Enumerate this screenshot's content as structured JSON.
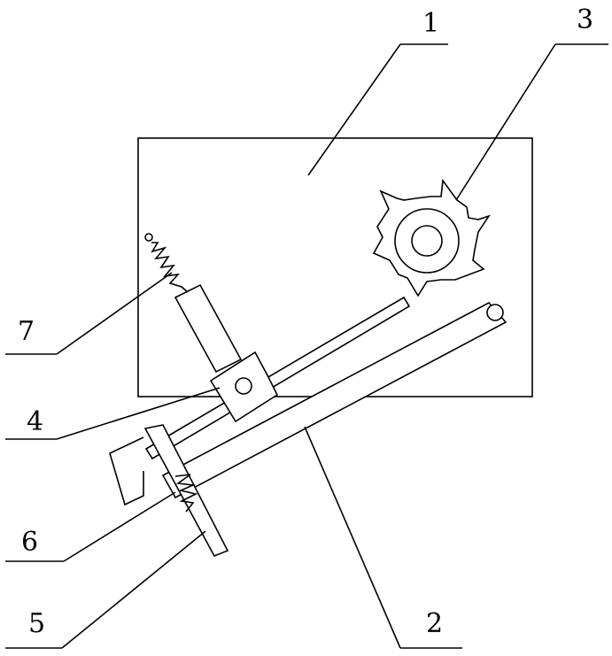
{
  "diagram": {
    "labels": {
      "l1": "1",
      "l2": "2",
      "l3": "3",
      "l4": "4",
      "l5": "5",
      "l6": "6",
      "l7": "7"
    },
    "colors": {
      "stroke": "#000000",
      "background": "#ffffff"
    }
  }
}
